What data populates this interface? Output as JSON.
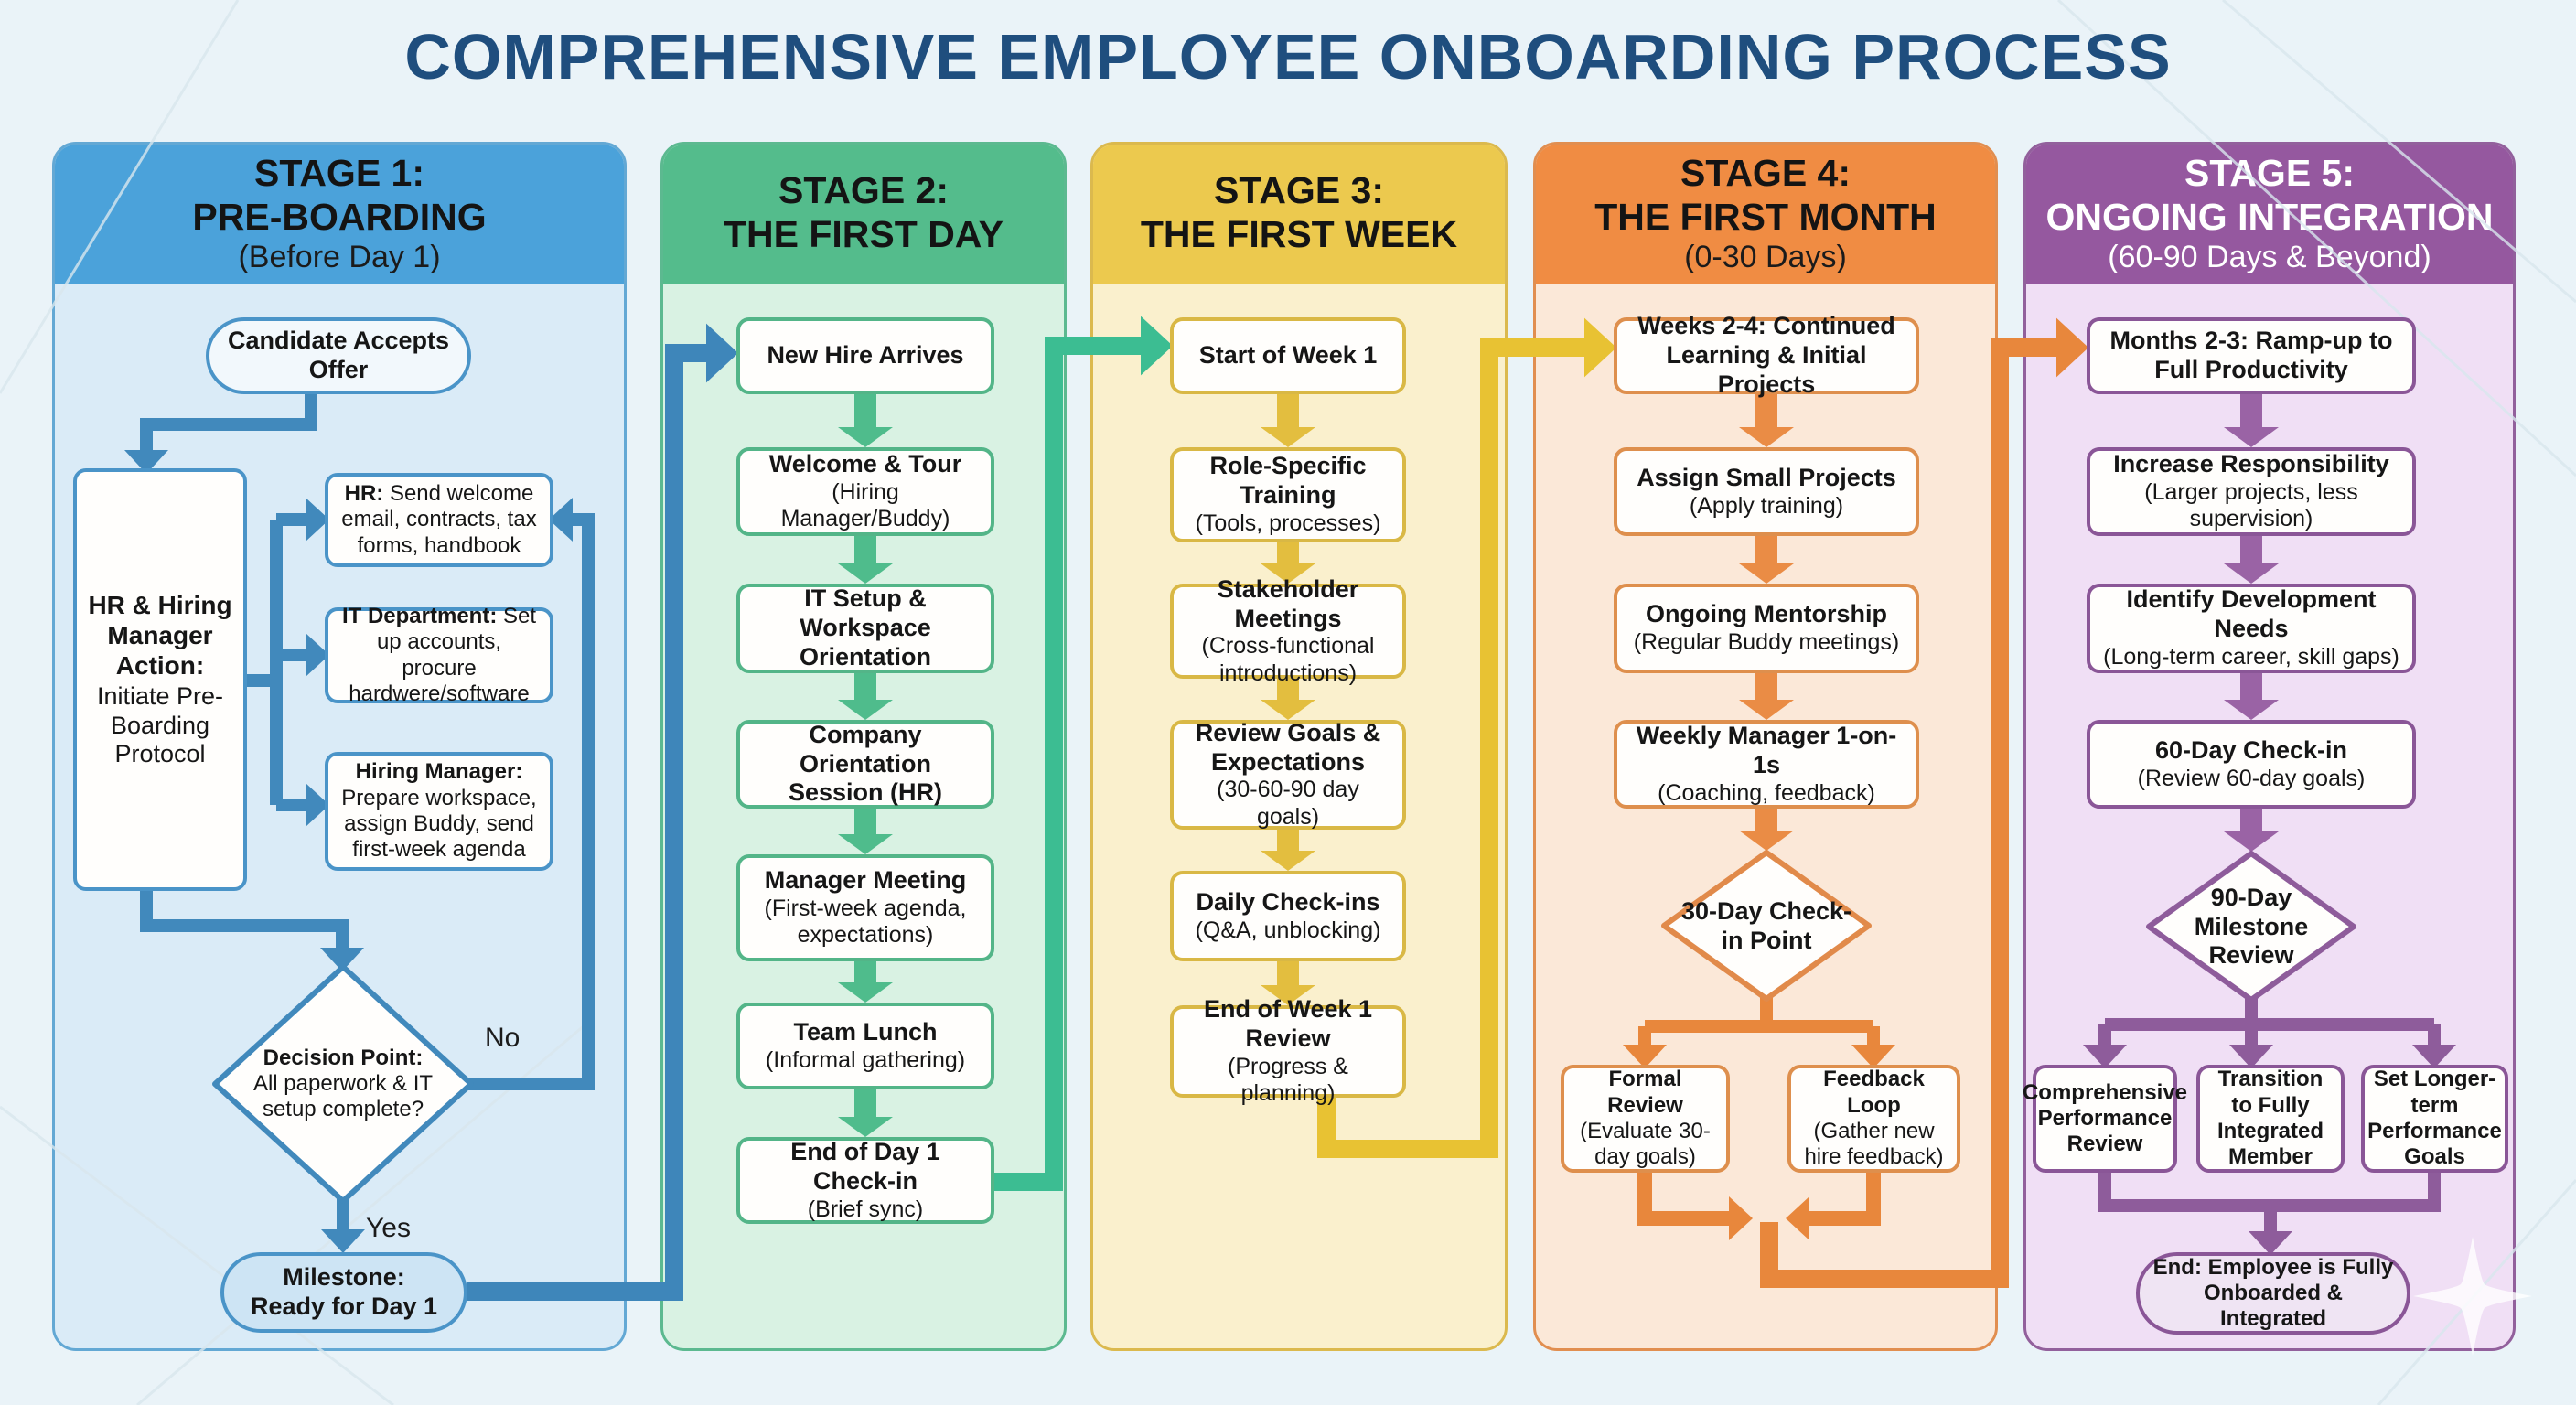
{
  "page_title": "COMPREHENSIVE EMPLOYEE ONBOARDING PROCESS",
  "labels": {
    "yes": "Yes",
    "no": "No"
  },
  "stages": [
    {
      "title1": "STAGE 1:",
      "title2": "PRE-BOARDING",
      "sub": "(Before Day 1)",
      "colors": {
        "header": "#4BA2DA",
        "body": "#DAEBF7",
        "box_border": "#4A94C8",
        "connector": "#4189BC"
      }
    },
    {
      "title1": "STAGE 2:",
      "title2": "THE FIRST DAY",
      "sub": "",
      "colors": {
        "header": "#54BC8C",
        "body": "#D9F2E3",
        "box_border": "#53B588",
        "connector": "#45B88B"
      }
    },
    {
      "title1": "STAGE 3:",
      "title2": "THE FIRST WEEK",
      "sub": "",
      "colors": {
        "header": "#ECC94E",
        "body": "#FAF0CD",
        "box_border": "#D9B845",
        "connector": "#E3BE3F"
      }
    },
    {
      "title1": "STAGE 4:",
      "title2": "THE FIRST MONTH",
      "sub": "(0-30 Days)",
      "colors": {
        "header": "#F08C43",
        "body": "#FBE8D8",
        "box_border": "#DE8F4D",
        "connector": "#E8873C"
      }
    },
    {
      "title1": "STAGE 5:",
      "title2": "ONGOING INTEGRATION",
      "sub": "(60-90 Days & Beyond)",
      "colors": {
        "header": "#95589F",
        "body": "#F0DFF5",
        "box_border": "#8A5697",
        "connector": "#8E5C9B"
      }
    }
  ],
  "stage1": {
    "candidate": "Candidate Accepts Offer",
    "action_lead": "HR & Hiring Manager Action:",
    "action_rest": "Initiate Pre-Boarding Protocol",
    "hr_lead": "HR:",
    "hr_rest": "Send welcome email, contracts, tax forms, handbook",
    "it_lead": "IT Department:",
    "it_rest": "Set up accounts, procure hardwere/software",
    "hm_lead": "Hiring Manager:",
    "hm_rest": "Prepare workspace, assign Buddy, send first-week agenda",
    "decision_lead": "Decision Point:",
    "decision_rest": "All paperwork & IT setup complete?",
    "milestone_line1": "Milestone:",
    "milestone_line2": "Ready for Day 1"
  },
  "stage2": {
    "b1": "New Hire Arrives",
    "b2_title": "Welcome & Tour",
    "b2_sub": "(Hiring Manager/Buddy)",
    "b3": "IT Setup & Workspace Orientation",
    "b4": "Company Orientation Session (HR)",
    "b5_title": "Manager Meeting",
    "b5_sub": "(First-week agenda, expectations)",
    "b6_title": "Team Lunch",
    "b6_sub": "(Informal gathering)",
    "b7_title": "End of Day 1 Check-in",
    "b7_sub": "(Brief sync)"
  },
  "stage3": {
    "b1": "Start of Week 1",
    "b2_title": "Role-Specific Training",
    "b2_sub": "(Tools, processes)",
    "b3_title": "Stakeholder Meetings",
    "b3_sub": "(Cross-functional introductions)",
    "b4_title": "Review Goals & Expectations",
    "b4_sub": "(30-60-90 day goals)",
    "b5_title": "Daily Check-ins",
    "b5_sub": "(Q&A, unblocking)",
    "b6_title": "End of Week 1 Review",
    "b6_sub": "(Progress & planning)"
  },
  "stage4": {
    "b1": "Weeks 2-4: Continued Learning & Initial Projects",
    "b2_title": "Assign Small Projects",
    "b2_sub": "(Apply training)",
    "b3_title": "Ongoing Mentorship",
    "b3_sub": "(Regular Buddy meetings)",
    "b4_title": "Weekly Manager 1-on-1s",
    "b4_sub": "(Coaching, feedback)",
    "diamond": "30-Day Check-in Point",
    "b5_title": "Formal Review",
    "b5_sub": "(Evaluate 30-day goals)",
    "b6_title": "Feedback Loop",
    "b6_sub": "(Gather new hire feedback)"
  },
  "stage5": {
    "b1": "Months 2-3: Ramp-up to Full Productivity",
    "b2_title": "Increase Responsibility",
    "b2_sub": "(Larger projects, less supervision)",
    "b3_title": "Identify Development Needs",
    "b3_sub": "(Long-term career, skill gaps)",
    "b4_title": "60-Day Check-in",
    "b4_sub": "(Review 60-day goals)",
    "diamond": "90-Day Milestone Review",
    "b5": "Comprehensive Performance Review",
    "b6": "Transition to Fully Integrated Member",
    "b7": "Set Longer-term Performance Goals",
    "end": "End: Employee is Fully Onboarded & Integrated"
  }
}
